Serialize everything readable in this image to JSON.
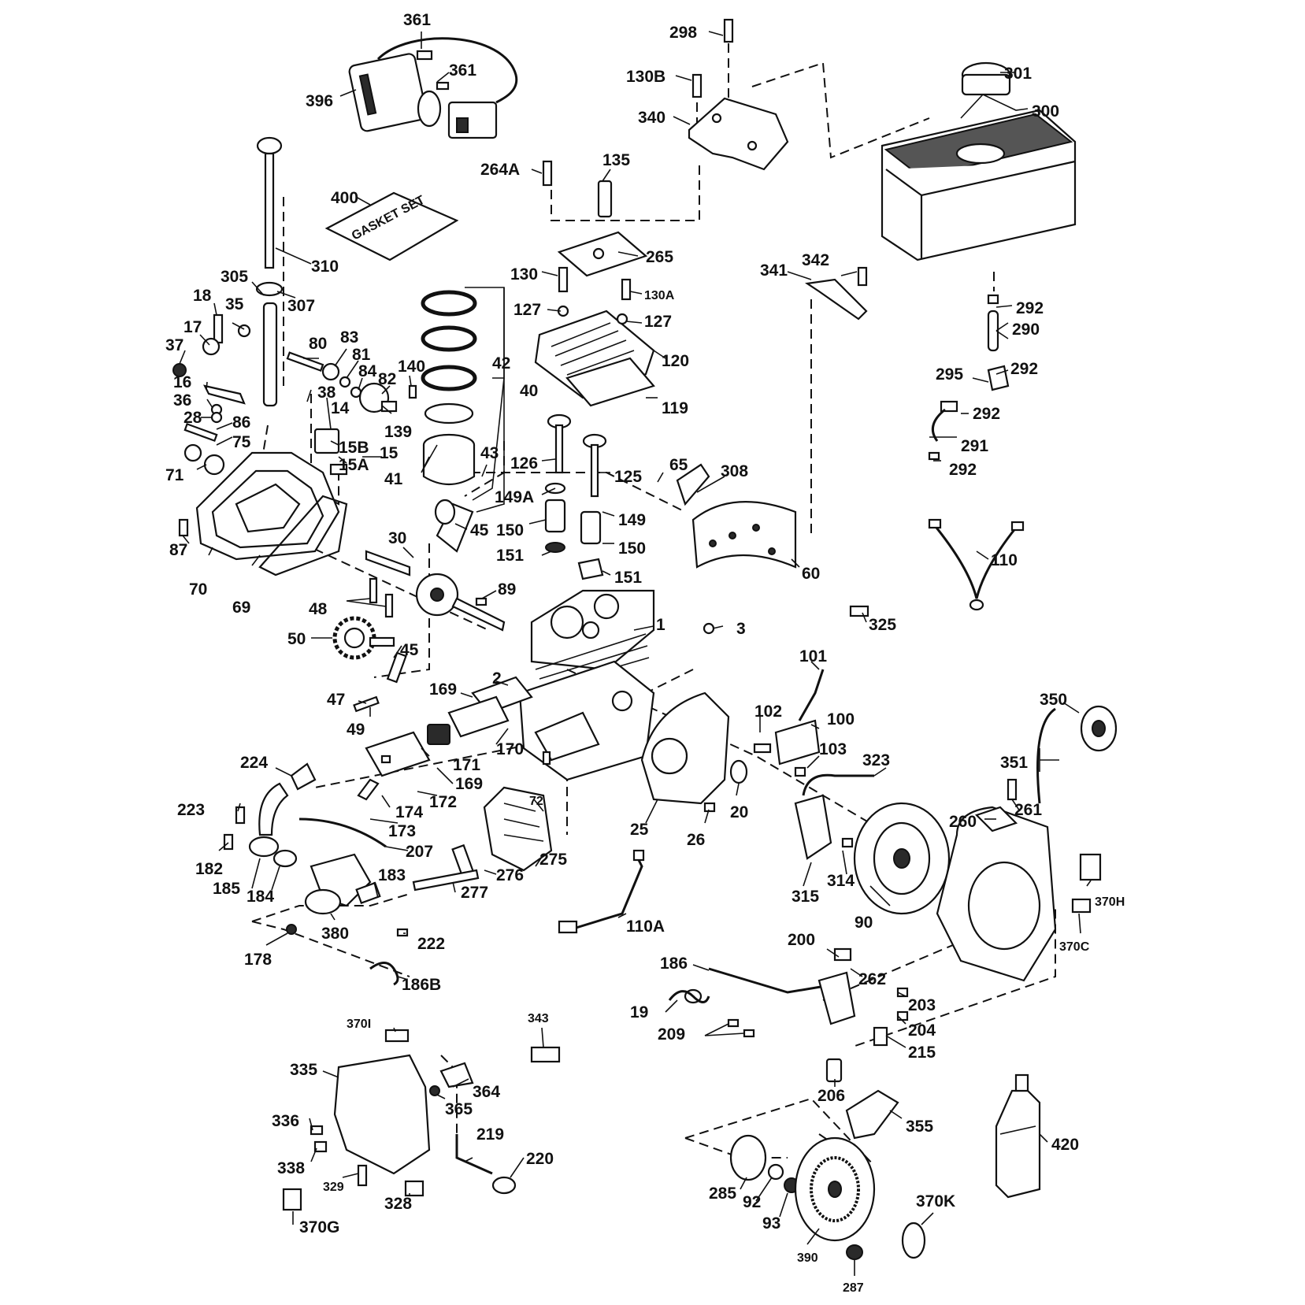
{
  "diagram": {
    "gasket_set_text": "GASKET SET",
    "labels": {
      "361a": "361",
      "361b": "361",
      "396": "396",
      "298": "298",
      "130B": "130B",
      "340": "340",
      "301": "301",
      "300": "300",
      "264A": "264A",
      "135": "135",
      "400": "400",
      "310": "310",
      "265": "265",
      "130": "130",
      "130A": "130A",
      "305": "305",
      "307": "307",
      "342": "342",
      "341": "341",
      "292a": "292",
      "290": "290",
      "127a": "127",
      "127b": "127",
      "18": "18",
      "35": "35",
      "17": "17",
      "37": "37",
      "80": "80",
      "83": "83",
      "81": "81",
      "84": "84",
      "82": "82",
      "140": "140",
      "42": "42",
      "120": "120",
      "292b": "292",
      "295": "295",
      "16": "16",
      "36": "36",
      "38": "38",
      "14": "14",
      "28": "28",
      "86": "86",
      "40": "40",
      "119": "119",
      "292c": "292",
      "139": "139",
      "75": "75",
      "15B": "15B",
      "15": "15",
      "15A": "15A",
      "291": "291",
      "292d": "292",
      "71": "71",
      "41": "41",
      "43": "43",
      "126": "126",
      "125": "125",
      "65": "65",
      "308": "308",
      "149A": "149A",
      "149": "149",
      "45a": "45",
      "30": "30",
      "150a": "150",
      "150b": "150",
      "87": "87",
      "151a": "151",
      "151b": "151",
      "110": "110",
      "70": "70",
      "69": "69",
      "60": "60",
      "48": "48",
      "89": "89",
      "1": "1",
      "325": "325",
      "3": "3",
      "50": "50",
      "45b": "45",
      "101": "101",
      "169a": "169",
      "2": "2",
      "350": "350",
      "47": "47",
      "102": "102",
      "100": "100",
      "49": "49",
      "170": "170",
      "103": "103",
      "323": "323",
      "224": "224",
      "171": "171",
      "351": "351",
      "169b": "169",
      "20": "20",
      "223": "223",
      "172": "172",
      "72": "72",
      "261": "261",
      "174": "174",
      "260": "260",
      "25": "25",
      "26": "26",
      "173": "173",
      "207": "207",
      "275": "275",
      "182": "182",
      "276": "276",
      "314": "314",
      "370H": "370H",
      "183": "183",
      "185": "185",
      "184": "184",
      "277": "277",
      "315": "315",
      "90": "90",
      "380": "380",
      "110A": "110A",
      "370C": "370C",
      "222": "222",
      "178": "178",
      "200": "200",
      "186": "186",
      "262": "262",
      "186B": "186B",
      "203": "203",
      "19": "19",
      "204": "204",
      "209": "209",
      "215": "215",
      "343": "343",
      "370I": "370I",
      "335": "335",
      "364": "364",
      "206": "206",
      "365": "365",
      "355": "355",
      "336": "336",
      "219": "219",
      "420": "420",
      "220": "220",
      "338": "338",
      "329": "329",
      "285": "285",
      "92": "92",
      "370K": "370K",
      "328": "328",
      "93": "93",
      "370G": "370G",
      "390": "390",
      "287": "287"
    }
  }
}
